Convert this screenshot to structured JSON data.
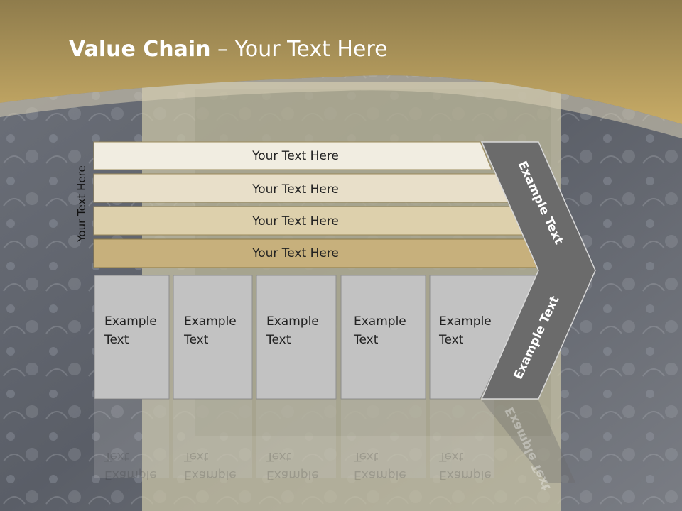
{
  "title": {
    "bold": "Value Chain",
    "rest": " – Your Text Here"
  },
  "side_label": "Your Text Here",
  "bars": [
    "Your Text Here",
    "Your Text Here",
    "Your Text Here",
    "Your Text Here"
  ],
  "columns": [
    {
      "line1": "Example",
      "line2": "Text"
    },
    {
      "line1": "Example",
      "line2": "Text"
    },
    {
      "line1": "Example",
      "line2": "Text"
    },
    {
      "line1": "Example",
      "line2": "Text"
    },
    {
      "line1": "Example",
      "line2": "Text"
    }
  ],
  "chevron": {
    "upper": "Example Text",
    "lower": "Example Text"
  },
  "colors": {
    "header_gold": "#b9a066",
    "bar1": "#f1ede1",
    "bar2": "#e8dfc9",
    "bar3": "#ddd0ac",
    "bar4": "#c7b07c",
    "column": "#c2c2c2",
    "chevron": "#6b6b6b"
  }
}
